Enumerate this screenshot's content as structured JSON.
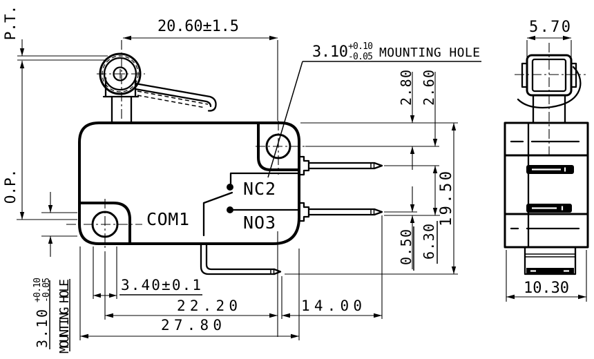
{
  "colors": {
    "ink": "#000000",
    "paper": "#ffffff"
  },
  "front": {
    "dim_lever": "20.60±1.5",
    "pt": "P.T.",
    "op": "O.P.",
    "hole_note": {
      "dia": "3.10",
      "tp": "+0.10",
      "tm": "-0.05",
      "label": "MOUNTING HOLE"
    },
    "left_hole": {
      "dia": "3.10",
      "tp": "+0.10",
      "tm": "-0.05",
      "label": "MOUNTING HOLE"
    },
    "com": "COM1",
    "nc": "NC2",
    "no": "NO3",
    "d340": "3.40±0.1",
    "d2220": "22.20",
    "d2780": "27.80",
    "d1400": "14.00",
    "d280": "2.80",
    "d260": "2.60",
    "d050": "0.50",
    "d630": "6.30",
    "d1950": "19.50"
  },
  "side": {
    "d570": "5.70",
    "d1030": "10.30"
  }
}
